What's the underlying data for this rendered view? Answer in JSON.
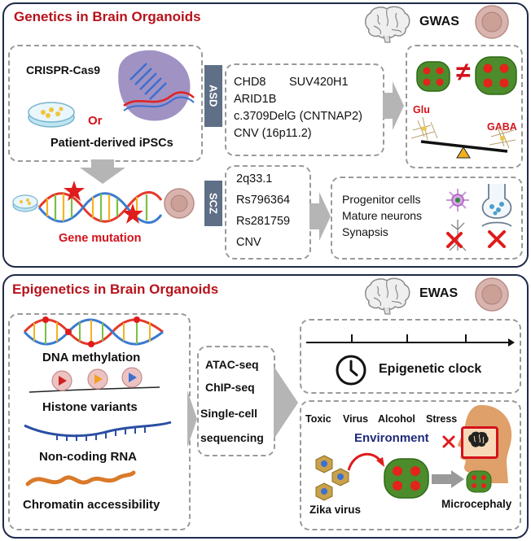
{
  "genetics": {
    "title": "Genetics in Brain Organoids",
    "badge": "GWAS",
    "crispr_label": "CRISPR-Cas9",
    "or_label": "Or",
    "ipsc_label": "Patient-derived iPSCs",
    "mutation_label": "Gene mutation",
    "asd": {
      "tag": "ASD",
      "genes": [
        "CHD8",
        "SUV420H1",
        "ARID1B",
        "c.3709DelG (CNTNAP2)",
        "CNV (16p11.2)"
      ],
      "not_equal": "≠",
      "glu": "Glu",
      "gaba": "GABA"
    },
    "scz": {
      "tag": "SCZ",
      "genes": [
        "2q33.1",
        "Rs796364",
        "Rs281759",
        "CNV"
      ],
      "effects": [
        "Progenitor cells",
        "Mature neurons",
        "Synapsis"
      ]
    }
  },
  "epigenetics": {
    "title": "Epigenetics in Brain Organoids",
    "badge": "EWAS",
    "mechanisms": [
      "DNA methylation",
      "Histone variants",
      "Non-coding RNA",
      "Chromatin accessibility"
    ],
    "methods": [
      "ATAC-seq",
      "ChIP-seq",
      "Single-cell",
      "sequencing"
    ],
    "clock_label": "Epigenetic clock",
    "factors": [
      "Toxic",
      "Virus",
      "Alcohol",
      "Stress"
    ],
    "environment_label": "Environment",
    "zika_label": "Zika virus",
    "microcephaly_label": "Microcephaly"
  },
  "colors": {
    "title_red": "#b8121b",
    "panel_border": "#1f2a4a",
    "tag_bg": "#5e6f86",
    "organoid_green": "#4c8c2c",
    "marker_red": "#d4121b",
    "environment_navy": "#1f2a7a"
  }
}
